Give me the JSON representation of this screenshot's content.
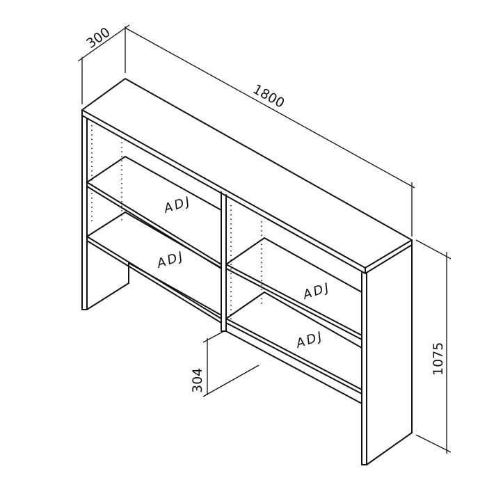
{
  "dimensions": {
    "depth": "300",
    "width": "1800",
    "height": "1075",
    "clearance": "304"
  },
  "shelf_labels": [
    "ADJ",
    "ADJ",
    "ADJ",
    "ADJ"
  ]
}
